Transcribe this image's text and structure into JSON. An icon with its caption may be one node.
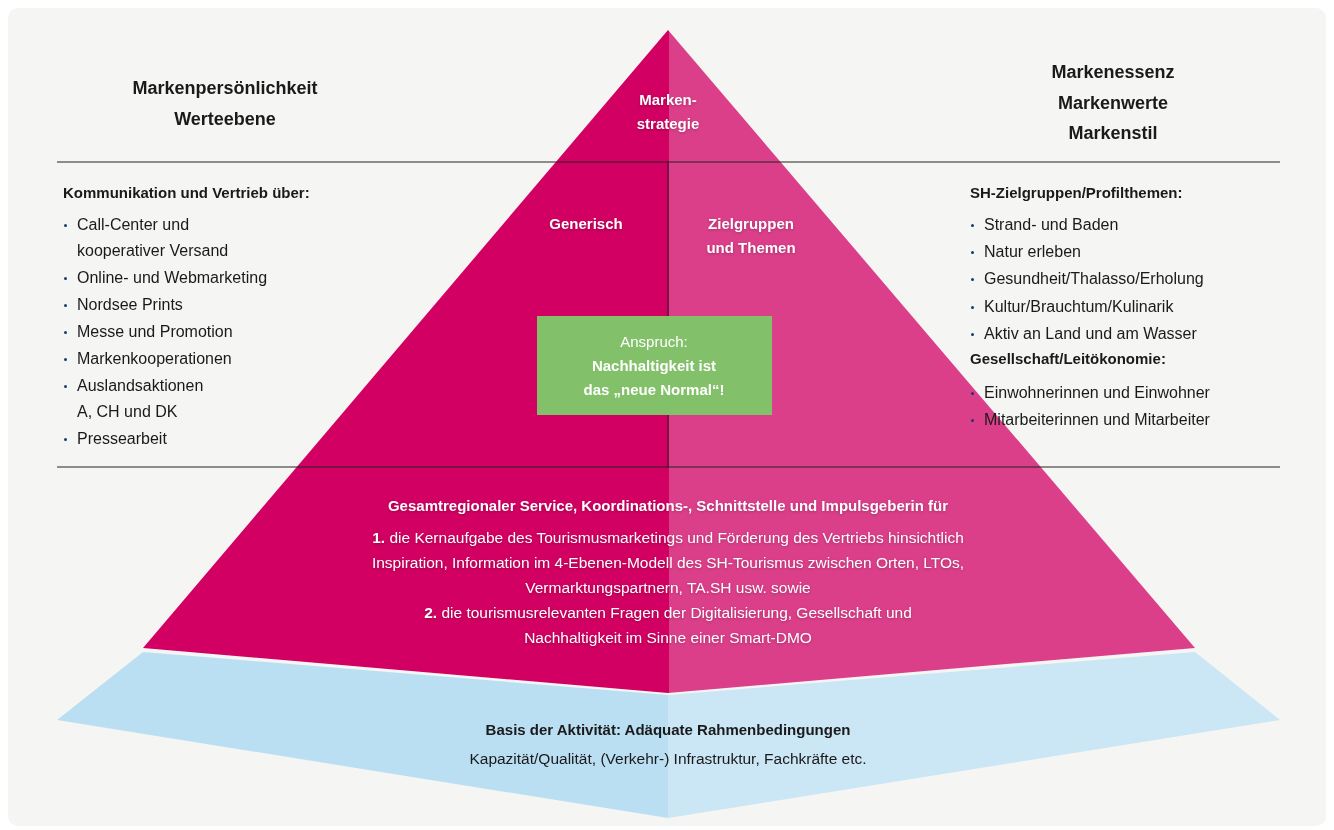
{
  "diagram": {
    "nodes": [
      {
        "text": [
          "Marken- strategie",
          "Generisch",
          "Zielgruppen und Themen",
          "Gesamtregionaler Service, Koordinations-, Schnittstelle und Impulsgeberin für",
          "**1.** die Kernaufgabe des Tourismusmarketings und Förderung des Vertriebs hinsichtlich Inspiration, Information im 4-Ebenen-Modell des SH-Tourismus zwischen Orten, LTOs, Vermarktungspartnern, TA.SH usw. sowie",
          "**2.** die tourismusrelevanten Fragen der Digitalisierung, Gesellschaft und Nachhaltigkeit im Sinne einer Smart-DMO"
        ]
      },
      {
        "text": [
          "Anspruch:",
          "Nachhaltigkeit ist das „neue Normal“!"
        ],
        "in": 0
      },
      {
        "text": [
          "Basis der Aktivität: Adäquate Rahmenbedingungen",
          "Kapazität/Qualität, (Verkehr-) Infrastruktur, Fachkräfte etc."
        ]
      }
    ],
    "edges": [],
    "labels": [
      "Markenpersönlichkeit",
      "Werteebene",
      "Markenessenz",
      "Markenwerte",
      "Markenstil",
      "Kommunikation und Vertrieb über:",
      "Call-Center und kooperativer Versand",
      "Online- und Webmarketing",
      "Nordsee Prints",
      "Messe und Promotion",
      "Markenkooperationen",
      "Auslandsaktionen A, CH und DK",
      "Pressearbeit",
      "SH-Zielgruppen/Profilthemen:",
      "Strand- und Baden",
      "Natur erleben",
      "Gesundheit/Thalasso/Erholung",
      "Kultur/Brauchtum/Kulinarik",
      "Aktiv an Land und am Wasser",
      "Gesellschaft/Leitökonomie:",
      "Einwohnerinnen und Einwohner",
      "Mitarbeiterinnen und Mitarbeiter"
    ]
  }
}
